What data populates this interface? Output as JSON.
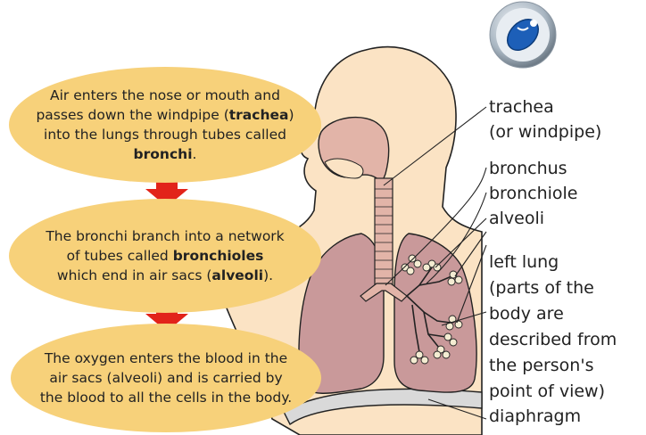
{
  "steps": [
    {
      "pre": "Air enters the nose or mouth and passes down the windpipe (",
      "bold1": "trachea",
      "mid": ") into the lungs through tubes called ",
      "bold2": "bronchi",
      "post": "."
    },
    {
      "pre": "The bronchi branch into a network of tubes called ",
      "bold1": "bronchioles",
      "mid": " which end in air sacs (",
      "bold2": "alveoli",
      "post": ")."
    },
    {
      "text": "The oxygen enters the blood in the air sacs (alveoli) and is carried by the blood to all the cells in the body."
    }
  ],
  "labels": {
    "trachea": "trachea",
    "trachea_note": "(or windpipe)",
    "bronchus": "bronchus",
    "bronchiole": "bronchiole",
    "alveoli": "alveoli",
    "left_lung": "left lung",
    "left_lung_note": [
      "(parts of the",
      "body are",
      "described from",
      "the person's",
      "point of view)"
    ],
    "diaphragm": "diaphragm"
  },
  "colors": {
    "bubble": "#f7d17a",
    "arrow": "#e2231a",
    "skin": "#fbe3c4",
    "lung": "#c9999a",
    "airway": "#e2b4a8",
    "diaphragm": "#d9d9d9"
  },
  "icon": "mouse-cd-icon"
}
